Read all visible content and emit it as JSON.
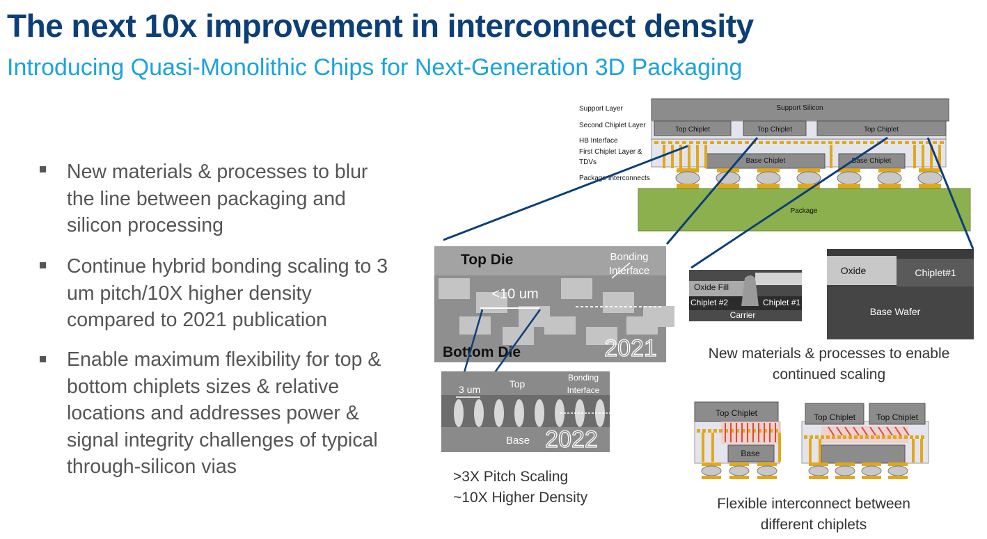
{
  "title": "The next 10x improvement in interconnect density",
  "subtitle": "Introducing Quasi-Monolithic Chips for Next-Generation 3D Packaging",
  "bullets": [
    "New materials & processes to blur the line between packaging and silicon processing",
    "Continue hybrid bonding scaling to 3 um pitch/10X higher density compared to 2021 publication",
    "Enable maximum flexibility for top & bottom chiplets sizes & relative locations and addresses power & signal integrity challenges of typical through-silicon vias"
  ],
  "stack_diagram": {
    "layer_labels": [
      "Support Layer",
      "Second Chiplet Layer",
      "HB Interface",
      "First Chiplet Layer &",
      "TDVs",
      "Package Interconnects"
    ],
    "support": "Support Silicon",
    "top_chiplets": [
      "Top Chiplet",
      "Top Chiplet",
      "Top Chiplet"
    ],
    "base_chiplets": [
      "Base Chiplet",
      "Base Chiplet"
    ],
    "package": "Package"
  },
  "sem_2021": {
    "top_label": "Top Die",
    "bottom_label": "Bottom Die",
    "bonding_label_1": "Bonding",
    "bonding_label_2": "Interface",
    "pitch": "<10 um",
    "year": "2021"
  },
  "sem_2022": {
    "pitch": "3 um",
    "top_label": "Top",
    "bottom_label": "Base",
    "bonding_label_1": "Bonding",
    "bonding_label_2": "Interface",
    "year": "2022"
  },
  "scaling_caption": [
    ">3X Pitch Scaling",
    "~10X Higher Density"
  ],
  "materials_sem_a": {
    "oxide_fill": "Oxide Fill",
    "chiplet2": "Chiplet #2",
    "chiplet1": "Chiplet #1",
    "carrier": "Carrier"
  },
  "materials_sem_b": {
    "oxide": "Oxide",
    "chiplet1": "Chiplet#1",
    "base_wafer": "Base Wafer"
  },
  "materials_caption": [
    "New materials & processes to enable",
    "continued scaling"
  ],
  "flex_left": {
    "top": "Top Chiplet",
    "base": "Base"
  },
  "flex_right": {
    "top1": "Top Chiplet",
    "top2": "Top Chiplet"
  },
  "flex_caption": [
    "Flexible interconnect between",
    "different chiplets"
  ],
  "colors": {
    "title": "#0c3f78",
    "subtitle": "#1aa3de",
    "package": "#8db04e",
    "bump": "#e0a81c",
    "chiplet": "#8c8c8c",
    "callout_line": "#0c3f78"
  }
}
